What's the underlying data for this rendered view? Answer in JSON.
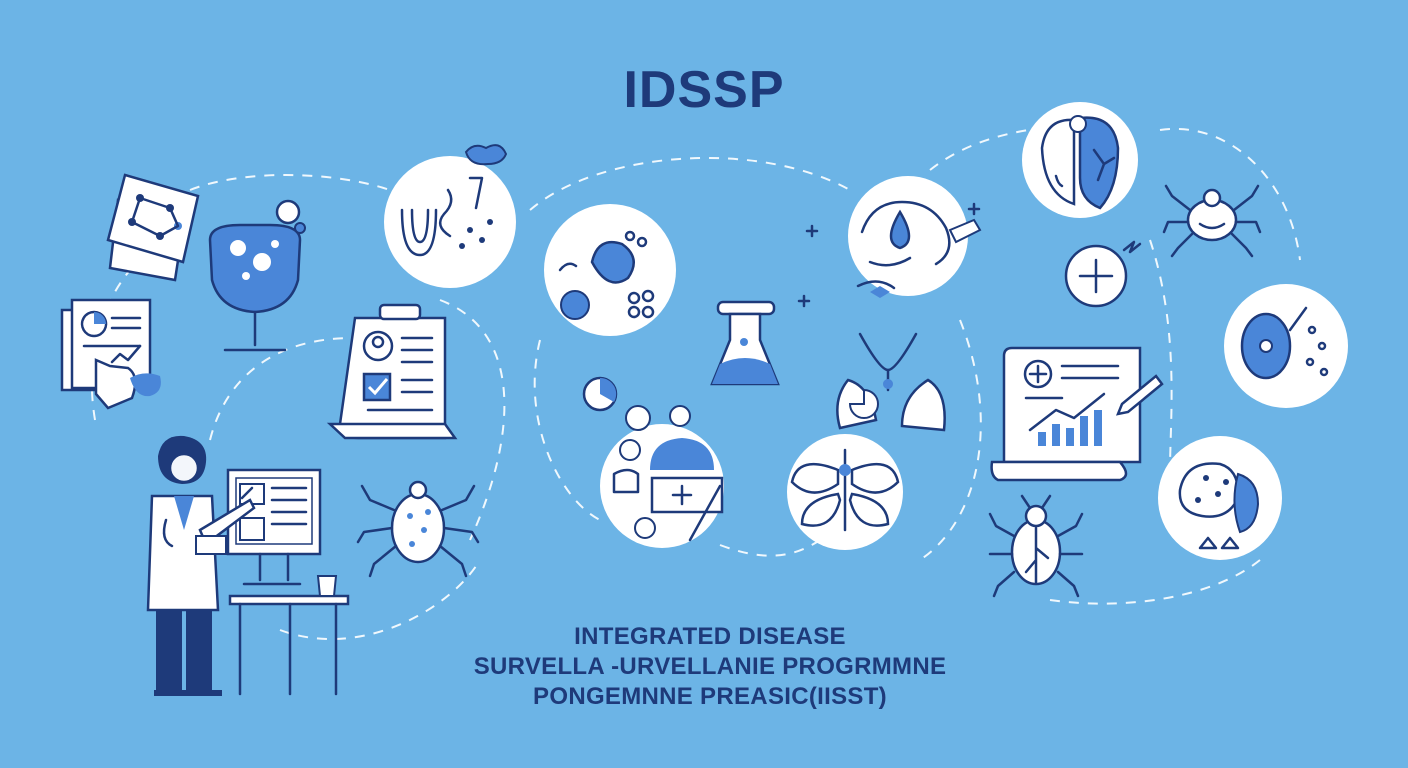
{
  "header": {
    "title": "IDSSP"
  },
  "caption": {
    "line1": "INTEGRATED DISEASE",
    "line2": "SURVELLA -URVELLANIE PROGRMMNE",
    "line3": "PONGEMNNE PREASIC(IISST)"
  },
  "colors": {
    "background": "#6cb4e6",
    "navy": "#1e3a7a",
    "accent": "#4a86d8",
    "white": "#ffffff"
  },
  "icons": [
    "network-documents-icon",
    "microscope-slide-glass-icon",
    "bacteria-circle-icon",
    "cells-circle-icon",
    "patient-clipboard-icon",
    "report-touch-icon",
    "doctor-at-computer-icon",
    "tick-bug-icon",
    "lab-flask-icon",
    "medical-kit-circle-icon",
    "virus-droplet-circle-icon",
    "lungs-icon",
    "leaf-circle-icon",
    "liver-circle-icon",
    "spider-mite-icon",
    "first-aid-cross-icon",
    "cell-sample-circle-icon",
    "health-chart-document-icon",
    "pathogen-organ-circle-icon",
    "beetle-icon"
  ]
}
